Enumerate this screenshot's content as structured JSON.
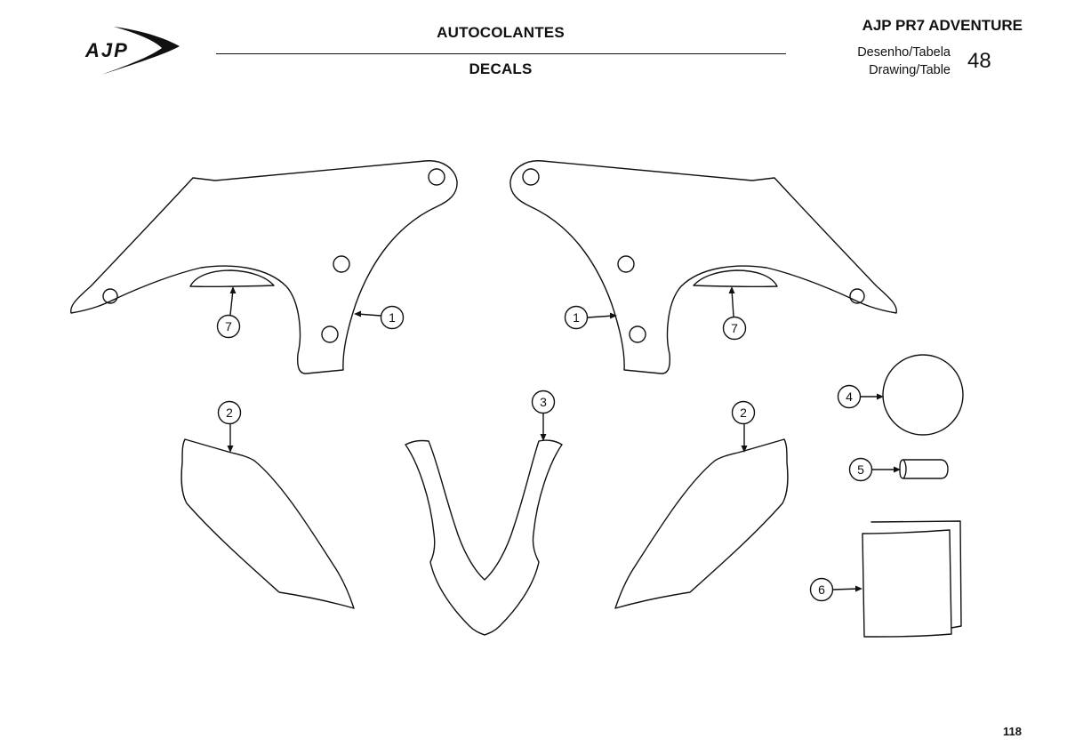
{
  "header": {
    "logo_text": "AJP",
    "title_pt": "AUTOCOLANTES",
    "title_en": "DECALS",
    "model": "AJP PR7 ADVENTURE",
    "drawing_label_pt": "Desenho/Tabela",
    "drawing_label_en": "Drawing/Table",
    "drawing_number": "48"
  },
  "diagram": {
    "callouts": [
      {
        "id": "c1-left",
        "label": "1"
      },
      {
        "id": "c1-right",
        "label": "1"
      },
      {
        "id": "c7-left",
        "label": "7"
      },
      {
        "id": "c7-right",
        "label": "7"
      },
      {
        "id": "c2-left",
        "label": "2"
      },
      {
        "id": "c2-right",
        "label": "2"
      },
      {
        "id": "c3",
        "label": "3"
      },
      {
        "id": "c4",
        "label": "4"
      },
      {
        "id": "c5",
        "label": "5"
      },
      {
        "id": "c6",
        "label": "6"
      }
    ]
  },
  "footer": {
    "page_number": "118"
  }
}
